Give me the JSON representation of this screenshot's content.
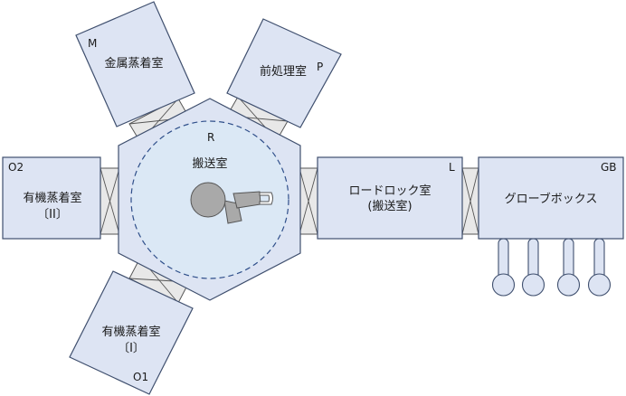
{
  "chambers": {
    "transfer": {
      "tag": "R",
      "name": "搬送室"
    },
    "metal": {
      "tag": "M",
      "name": "金属蒸着室"
    },
    "pre": {
      "tag": "P",
      "name": "前処理室"
    },
    "organic2": {
      "tag": "O2",
      "line1": "有機蒸着室",
      "line2": "〔II〕"
    },
    "organic1": {
      "tag": "O1",
      "line1": "有機蒸着室",
      "line2": "〔I〕"
    },
    "loadlock": {
      "tag": "L",
      "line1": "ロードロック室",
      "line2": "(搬送室)"
    },
    "glovebox": {
      "tag": "GB",
      "name": "グローブボックス"
    }
  },
  "colors": {
    "chamber_fill": "#dde4f3",
    "chamber_stroke": "#3f4f6e",
    "wafer_fill": "#dbe8f5",
    "dashed_circle": "#2f4f8a",
    "robot_fill": "#a9a9a9",
    "gate_fill": "#e8e8e8"
  },
  "icons": [
    "transfer-robot-icon",
    "glove-icon",
    "gate-valve-icon"
  ]
}
